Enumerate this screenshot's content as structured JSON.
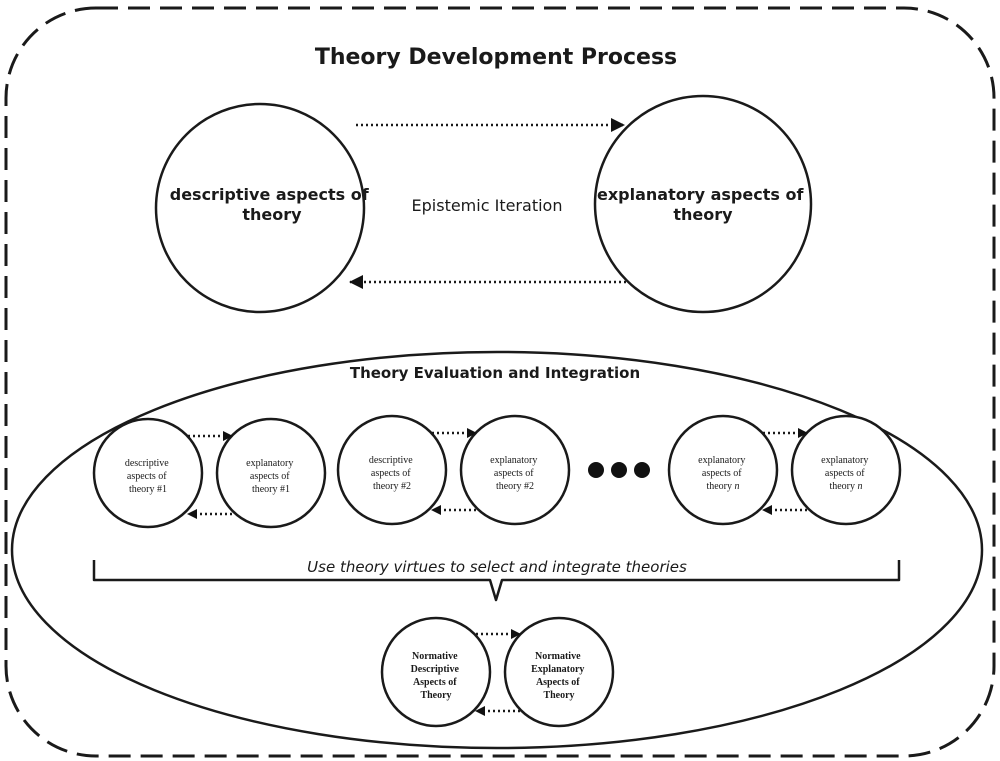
{
  "title": "Theory Development Process",
  "top": {
    "left_circle_lines": [
      "descriptive aspects of",
      "theory"
    ],
    "right_circle_lines": [
      "explanatory aspects of",
      "theory"
    ],
    "iteration_label": "Epistemic Iteration"
  },
  "evaluation": {
    "title": "Theory Evaluation and Integration",
    "pairs": [
      {
        "left_lines": [
          "descriptive",
          "aspects of",
          "theory #1"
        ],
        "right_lines": [
          "explanatory",
          "aspects of",
          "theory #1"
        ]
      },
      {
        "left_lines": [
          "descriptive",
          "aspects of",
          "theory #2"
        ],
        "right_lines": [
          "explanatory",
          "aspects of",
          "theory #2"
        ]
      },
      {
        "left_lines": [
          "explanatory",
          "aspects of",
          "theory"
        ],
        "left_suffix": "n",
        "right_lines": [
          "explanatory",
          "aspects of",
          "theory"
        ],
        "right_suffix": "n"
      }
    ],
    "virtues_label": "Use theory virtues to select and integrate theories"
  },
  "normative": {
    "left_lines": [
      "Normative",
      "Descriptive",
      "Aspects of",
      "Theory"
    ],
    "right_lines": [
      "Normative",
      "Explanatory",
      "Aspects of",
      "Theory"
    ]
  }
}
